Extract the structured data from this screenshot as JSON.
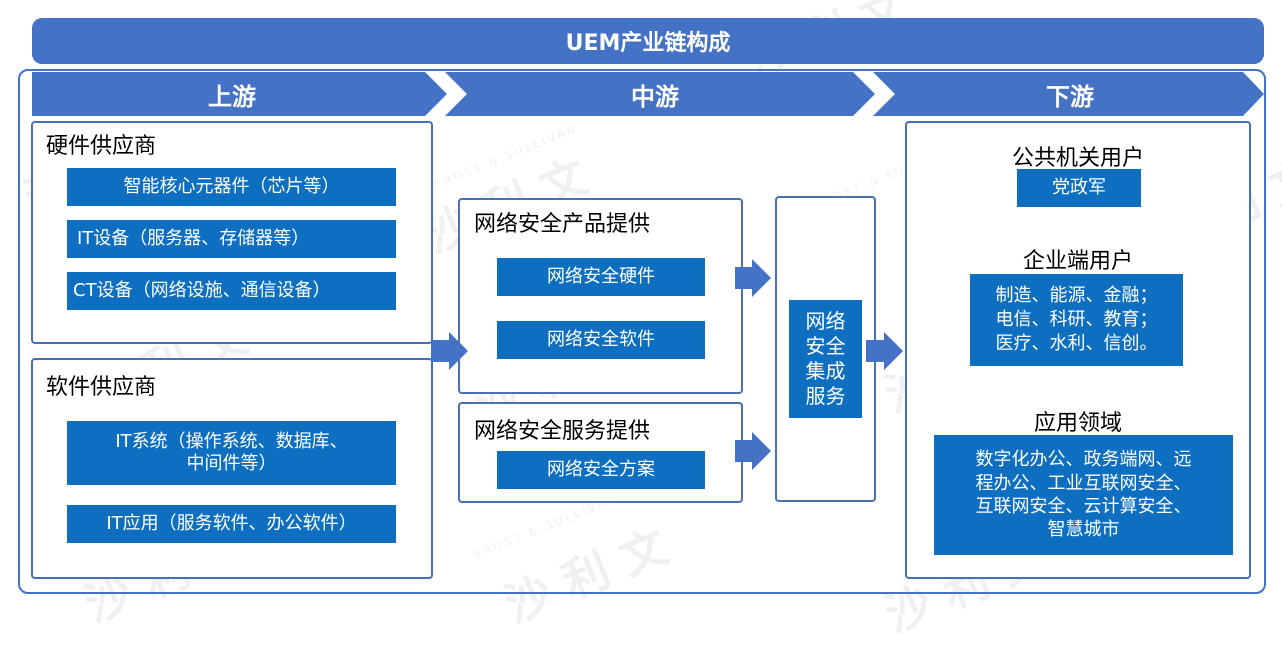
{
  "title": "UEM产业链构成",
  "stages": [
    "上游",
    "中游",
    "下游"
  ],
  "upstream": {
    "hardware": {
      "title": "硬件供应商",
      "items": [
        "智能核心元器件（芯片等）",
        "IT设备（服务器、存储器等）",
        "CT设备（网络设施、通信设备）"
      ]
    },
    "software": {
      "title": "软件供应商",
      "items": [
        "IT系统（操作系统、数据库、",
        "中间件等）",
        "IT应用（服务软件、办公软件）"
      ]
    }
  },
  "midstream": {
    "products": {
      "title": "网络安全产品提供",
      "items": [
        "网络安全硬件",
        "网络安全软件"
      ]
    },
    "services": {
      "title": "网络安全服务提供",
      "items": [
        "网络安全方案"
      ]
    },
    "integration": [
      "网络",
      "安全",
      "集成",
      "服务"
    ]
  },
  "downstream": {
    "public": {
      "title": "公共机关用户",
      "item": "党政军"
    },
    "enterprise": {
      "title": "企业端用户",
      "lines": [
        "制造、能源、金融；",
        "电信、科研、教育；",
        "医疗、水利、信创。"
      ]
    },
    "application": {
      "title": "应用领域",
      "lines": [
        "数字化办公、政务端网、远",
        "程办公、工业互联网安全、",
        "互联网安全、云计算安全、",
        "智慧城市"
      ]
    }
  },
  "watermark": {
    "brand": "沙 利 文",
    "small": "FROST & SULLIVAN"
  },
  "colors": {
    "primary": "#4472c4",
    "pill": "#0e6fc1",
    "border": "#4a6fb5"
  }
}
